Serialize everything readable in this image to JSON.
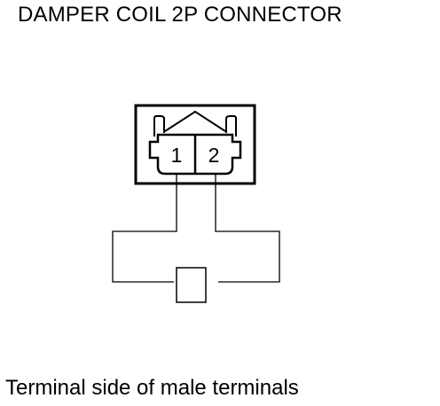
{
  "header": {
    "title": "DAMPER COIL 2P CONNECTOR"
  },
  "connector": {
    "pins": [
      "1",
      "2"
    ]
  },
  "footer": {
    "caption": "Terminal side of male terminals"
  },
  "colors": {
    "line": "#000000",
    "background": "#ffffff"
  }
}
